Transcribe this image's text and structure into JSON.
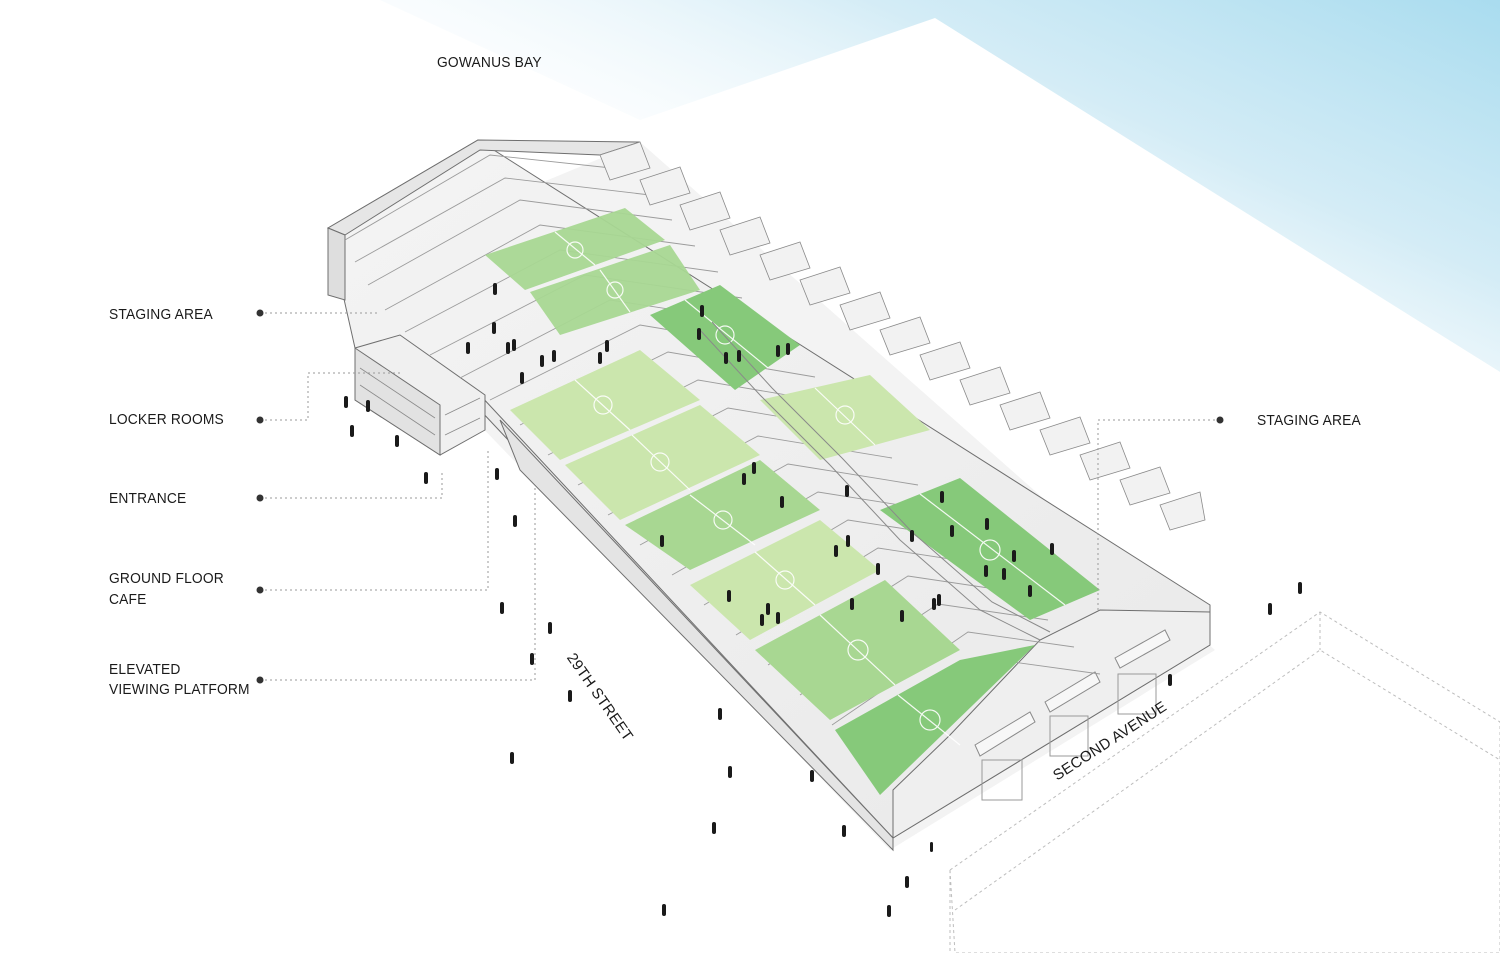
{
  "labels": {
    "gowanus_bay": "GOWANUS BAY",
    "staging_area_left": "STAGING AREA",
    "locker_rooms": "LOCKER ROOMS",
    "entrance": "ENTRANCE",
    "ground_floor_cafe_line1": "GROUND FLOOR",
    "ground_floor_cafe_line2": "CAFE",
    "elevated_platform_line1": "ELEVATED",
    "elevated_platform_line2": "VIEWING PLATFORM",
    "staging_area_right": "STAGING AREA",
    "street_29th": "29TH STREET",
    "second_avenue": "SECOND AVENUE"
  },
  "colors": {
    "water": "#a9dcef",
    "field_dark": "#86c97a",
    "field_mid": "#a8d792",
    "field_light": "#cbe6ad",
    "building_line": "#6f6f6f",
    "leader": "#9a9a9a",
    "dot": "#333333",
    "people": "#1a1a1a"
  }
}
